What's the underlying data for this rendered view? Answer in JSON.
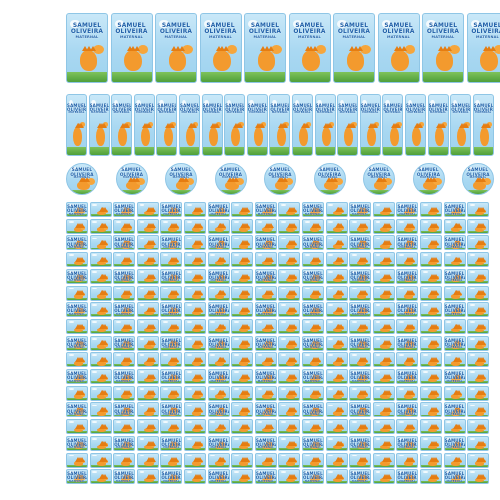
{
  "label": {
    "name_line1": "SAMUEL",
    "name_line2": "OLIVEIRA",
    "name_line3": "MATERNAL",
    "icon": "orange-dinosaur-icon"
  },
  "colors": {
    "sky_top": "#c9e8f8",
    "sky_bottom": "#9fd3ee",
    "grass": "#5aa83f",
    "dino": "#f39a2e",
    "text": "#1f5fa8"
  }
}
